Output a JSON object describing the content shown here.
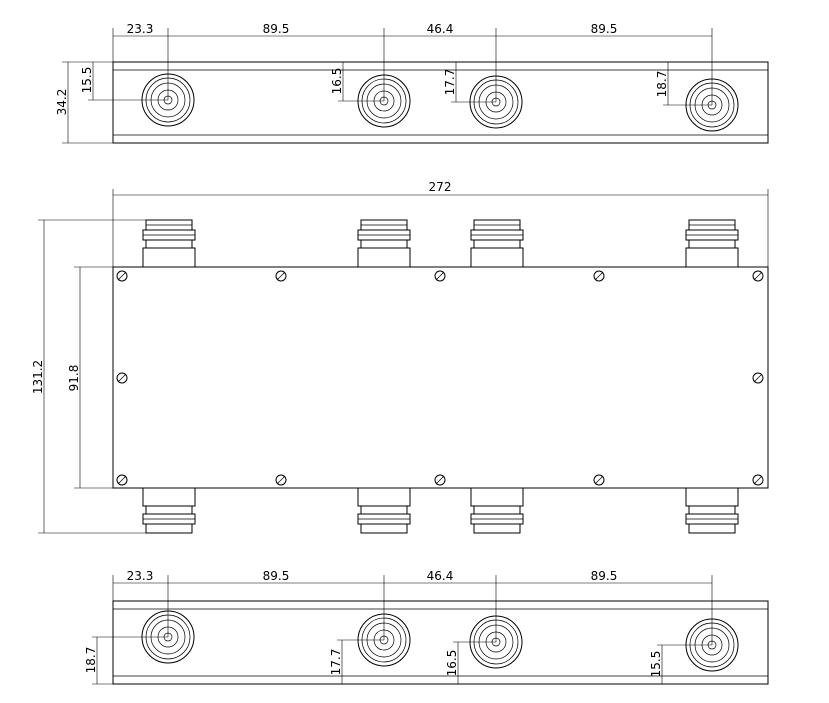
{
  "top_view": {
    "spacing_labels": [
      "23.3",
      "89.5",
      "46.4",
      "89.5"
    ],
    "height_label": "34.2",
    "port_offsets": [
      "15.5",
      "16.5",
      "17.7",
      "18.7"
    ]
  },
  "front_view": {
    "width_label": "272",
    "total_height_label": "131.2",
    "body_height_label": "91.8"
  },
  "bottom_view": {
    "spacing_labels": [
      "23.3",
      "89.5",
      "46.4",
      "89.5"
    ],
    "port_offsets": [
      "18.7",
      "17.7",
      "16.5",
      "15.5"
    ]
  }
}
